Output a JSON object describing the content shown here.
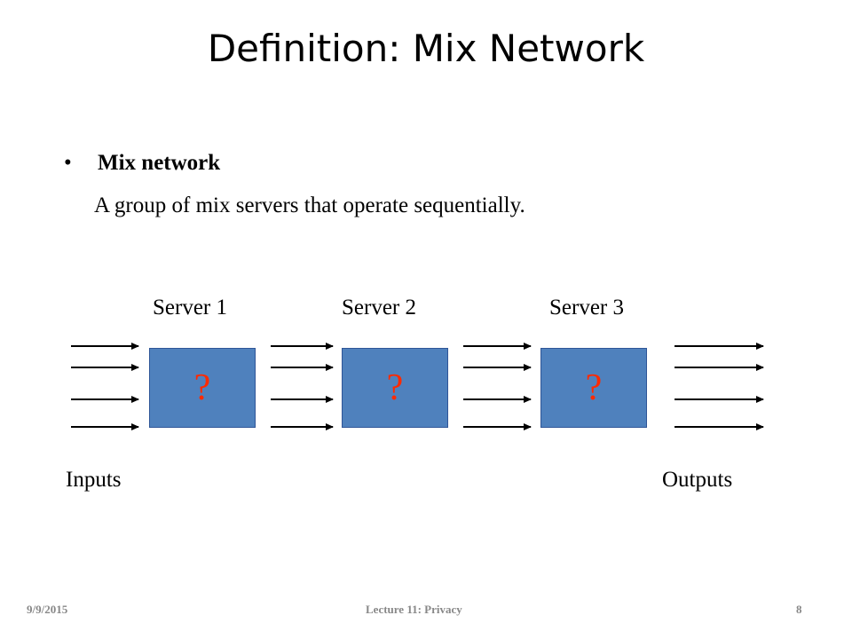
{
  "slide": {
    "title": "Definition: Mix Network",
    "bullet_symbol": "•",
    "term": "Mix network",
    "definition": "A group of mix servers that operate sequentially."
  },
  "diagram": {
    "servers": [
      {
        "label": "Server 1",
        "content": "?"
      },
      {
        "label": "Server 2",
        "content": "?"
      },
      {
        "label": "Server 3",
        "content": "?"
      }
    ],
    "inputs_label": "Inputs",
    "outputs_label": "Outputs",
    "arrows_per_group": 4,
    "colors": {
      "server_fill": "#4f81bd",
      "question_mark": "#ff2a00",
      "arrow": "#000000"
    }
  },
  "footer": {
    "date": "9/9/2015",
    "lecture": "Lecture 11: Privacy",
    "page": "8"
  }
}
